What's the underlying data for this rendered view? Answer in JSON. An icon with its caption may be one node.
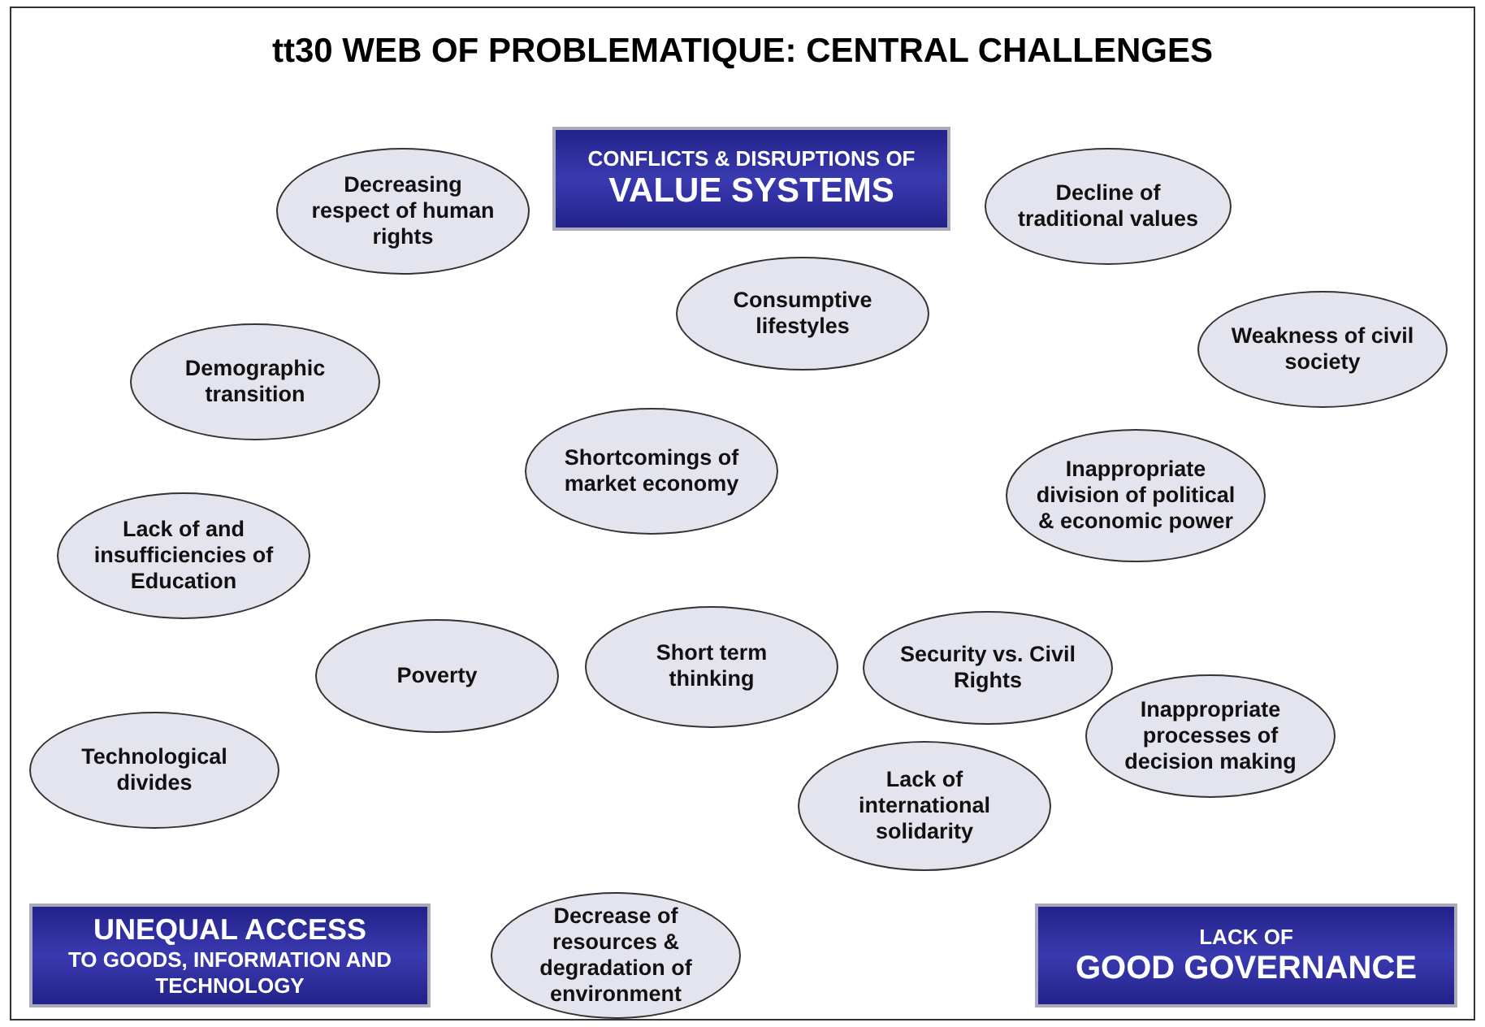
{
  "diagram": {
    "title": "tt30 WEB OF PROBLEMATIQUE: CENTRAL CHALLENGES",
    "nodes": [
      {
        "text": [
          "CONFLICTS & DISRUPTIONS OF",
          "VALUE SYSTEMS"
        ]
      },
      {
        "text": [
          "Decreasing respect of human rights"
        ]
      },
      {
        "text": [
          "Decline of traditional values"
        ]
      },
      {
        "text": [
          "Consumptive lifestyles"
        ]
      },
      {
        "text": [
          "Weakness of civil society"
        ]
      },
      {
        "text": [
          "Demographic transition"
        ]
      },
      {
        "text": [
          "Shortcomings of market economy"
        ]
      },
      {
        "text": [
          "Inappropriate division of political & economic power"
        ]
      },
      {
        "text": [
          "Lack of and insufficiencies of Education"
        ]
      },
      {
        "text": [
          "Poverty"
        ]
      },
      {
        "text": [
          "Short term thinking"
        ]
      },
      {
        "text": [
          "Security vs. Civil Rights"
        ]
      },
      {
        "text": [
          "Inappropriate processes of decision making"
        ]
      },
      {
        "text": [
          "Technological divides"
        ]
      },
      {
        "text": [
          "Lack of international solidarity"
        ]
      },
      {
        "text": [
          "UNEQUAL ACCESS",
          "TO GOODS, INFORMATION AND TECHNOLOGY"
        ]
      },
      {
        "text": [
          "Decrease of resources & degradation of environment"
        ]
      },
      {
        "text": [
          "LACK OF",
          "GOOD GOVERNANCE"
        ]
      }
    ],
    "edges": []
  }
}
